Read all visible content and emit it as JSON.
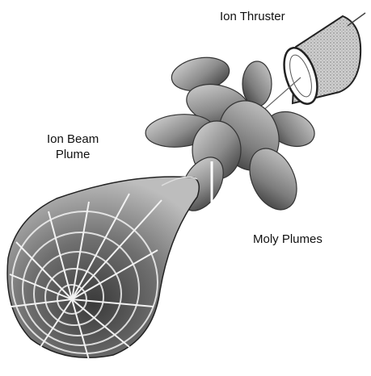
{
  "labels": {
    "ion_thruster": "Ion Thruster",
    "ion_beam_line1": "Ion Beam",
    "ion_beam_line2": "Plume",
    "moly_plumes": "Moly Plumes"
  },
  "colors": {
    "ink": "#111111",
    "shade_dark": "#3a3a3a",
    "shade_mid": "#8a8a8a",
    "shade_light": "#d4d4d4"
  },
  "icons": [
    "ion-thruster-cylinder",
    "moly-plume-lobes",
    "ion-beam-mesh-cone"
  ]
}
